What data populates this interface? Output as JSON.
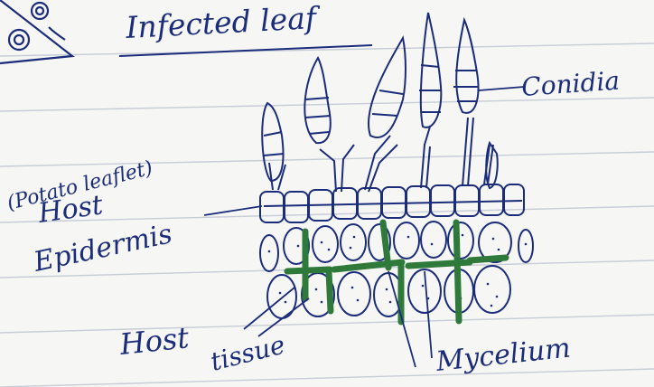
{
  "diagram": {
    "colors": {
      "paper": "#f6f6f4",
      "rule": "#c7ccd6",
      "ink": "#1b2c7a",
      "mycelium": "#2f7a3b",
      "mycelium_fill": "#3d8a45"
    },
    "labels": {
      "title": "Infected leaf",
      "conidia": "Conidia",
      "potato_leaflet": "(Potato leaflet)",
      "host_epidermis_1": "Host",
      "host_epidermis_2": "Epidermis",
      "host_tissue_1": "Host",
      "host_tissue_2": "tissue",
      "mycelium": "Mycelium"
    }
  }
}
